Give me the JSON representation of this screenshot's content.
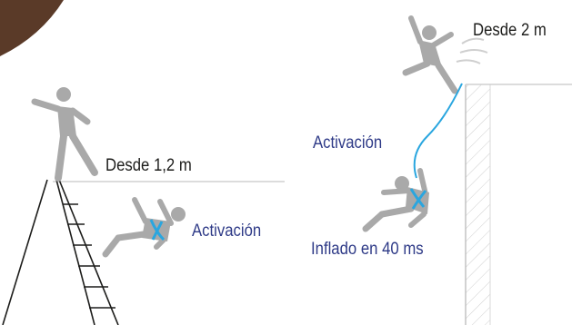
{
  "labels": {
    "from_1_2m": "Desde 1,2 m",
    "activation_left": "Activación",
    "from_2m": "Desde 2 m",
    "activation_right": "Activación",
    "inflated": "Inflado en 40 ms"
  },
  "colors": {
    "figure_gray": "#a9a9a9",
    "harness_blue": "#2aa6df",
    "label_dark": "#1d1d1b",
    "label_blue": "#2e3a87",
    "corner_brown": "#5a3a28"
  }
}
